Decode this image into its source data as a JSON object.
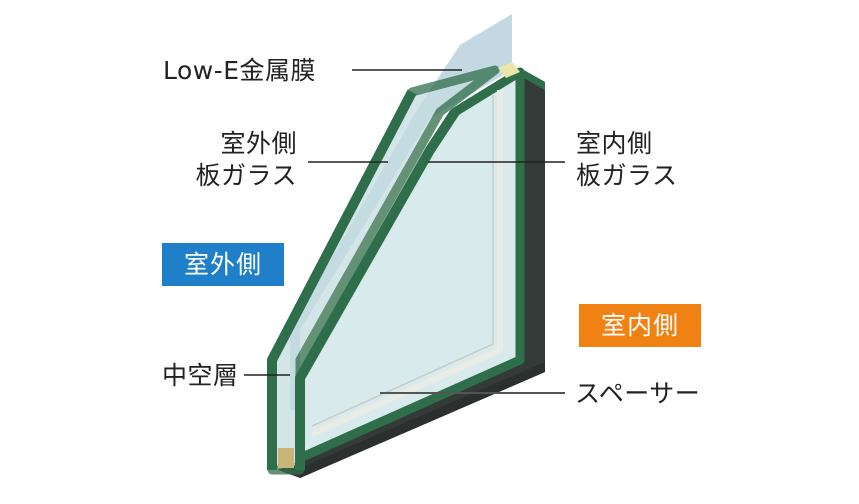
{
  "diagram": {
    "subject": "double-glazed window cross-section",
    "colors": {
      "outdoor_badge": "#1f7fc8",
      "indoor_badge": "#ef8213",
      "glass_edge": "#2f6e4a",
      "frame_dark": "#343a38",
      "glass_fill": "#d6e8ea",
      "lowe_film": "#b9d1de",
      "leader_line": "#222222"
    },
    "labels": {
      "low_e_film": "Low-E金属膜",
      "outdoor_glass_line1": "室外側",
      "outdoor_glass_line2": "板ガラス",
      "indoor_glass_line1": "室内側",
      "indoor_glass_line2": "板ガラス",
      "air_layer": "中空層",
      "spacer": "スペーサー"
    },
    "badges": {
      "outdoor": "室外側",
      "indoor": "室内側"
    }
  }
}
